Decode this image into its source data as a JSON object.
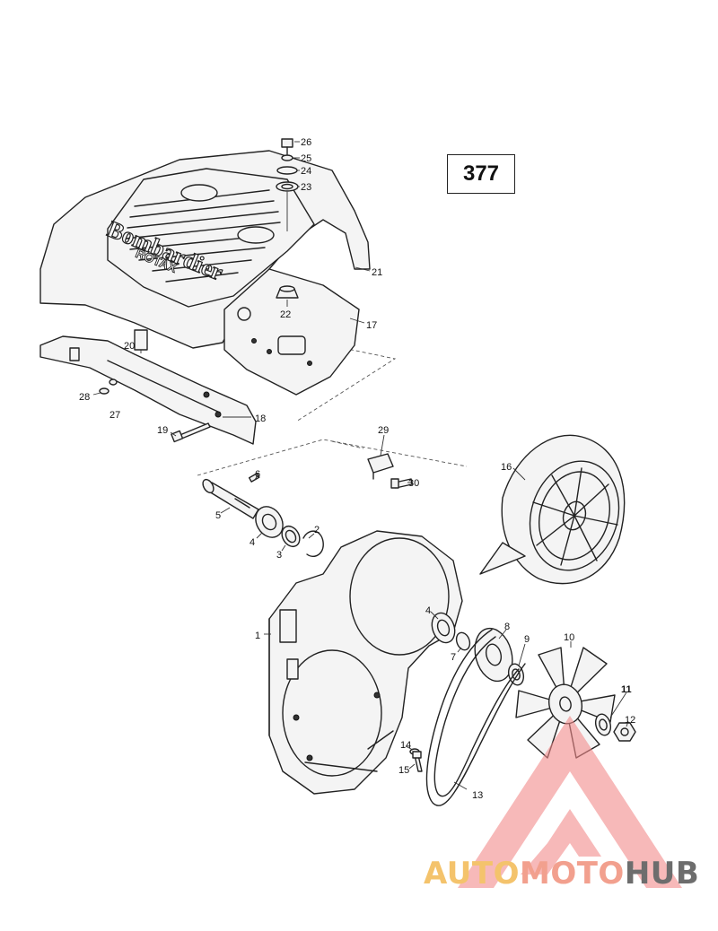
{
  "page_number": "377",
  "brand_text": {
    "main": "Bombardier",
    "sub": "ROTAX"
  },
  "callouts": {
    "c1": "1",
    "c2": "2",
    "c3": "3",
    "c4a": "4",
    "c4b": "4",
    "c5": "5",
    "c6": "6",
    "c7": "7",
    "c8": "8",
    "c9": "9",
    "c10": "10",
    "c11": "11",
    "c12": "12",
    "c13": "13",
    "c14": "14",
    "c15": "15",
    "c16": "16",
    "c17": "17",
    "c18": "18",
    "c19": "19",
    "c20": "20",
    "c21": "21",
    "c22": "22",
    "c23": "23",
    "c24": "24",
    "c25": "25",
    "c26": "26",
    "c27": "27",
    "c28": "28",
    "c29": "29",
    "c30": "30"
  },
  "watermark": {
    "part_auto": "AUTO",
    "part_moto": "MOTO",
    "part_hub": "HUB",
    "colors": {
      "auto": "#f4c36c",
      "moto": "#f2a08e",
      "hub": "#6d6d6d",
      "triangle": "#f28b8b"
    }
  }
}
